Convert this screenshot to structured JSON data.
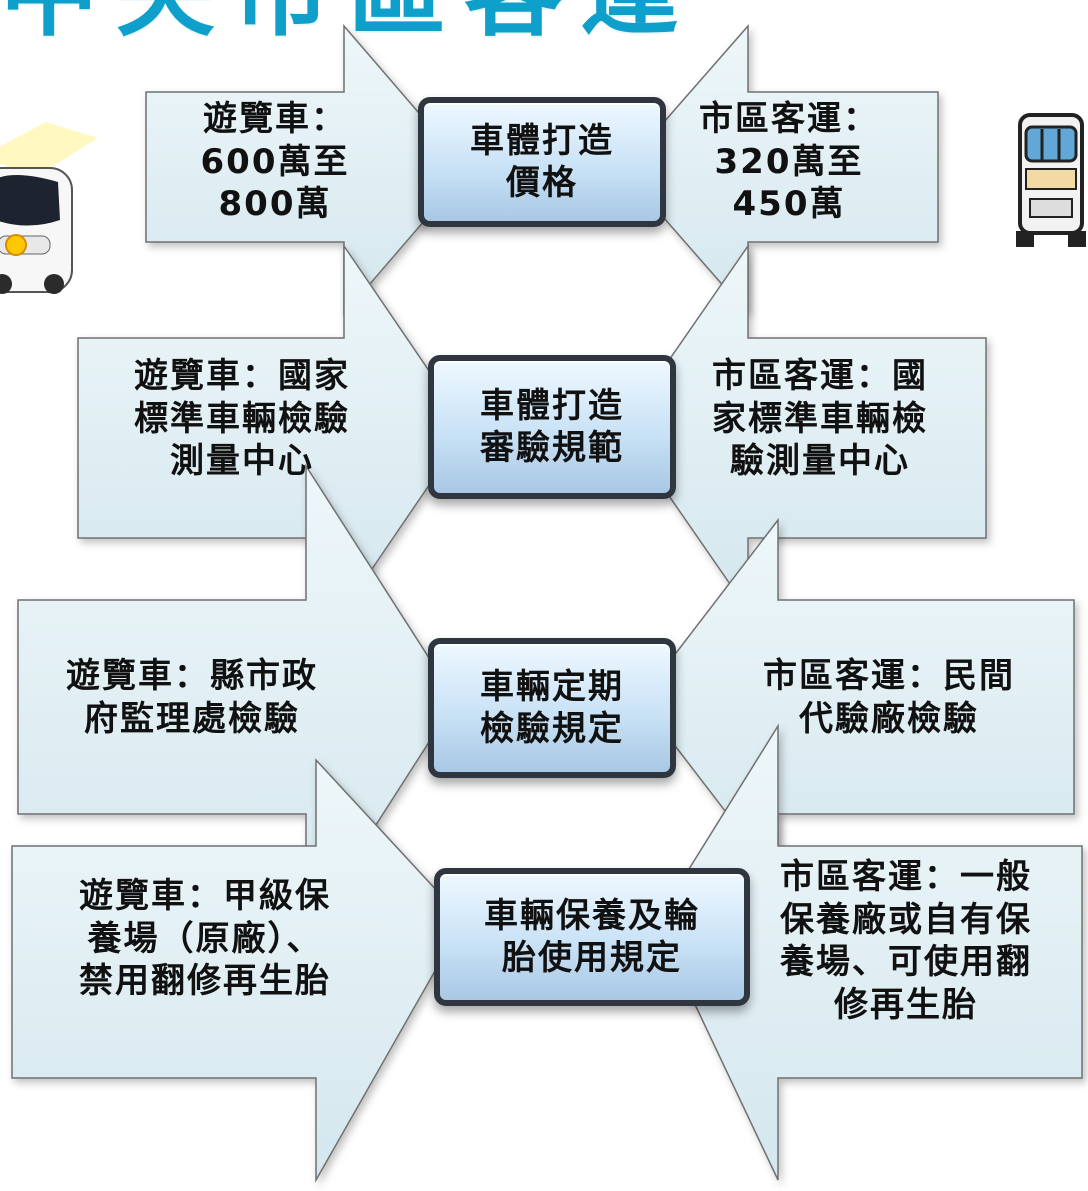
{
  "title": "中央市區客運",
  "rows": [
    {
      "left_text": "遊覽車：\n600萬至\n800萬",
      "center_text": "車體打造\n價格",
      "right_text": "市區客運：\n320萬至\n450萬"
    },
    {
      "left_text": "遊覽車：國家\n標準車輛檢驗\n測量中心",
      "center_text": "車體打造\n審驗規範",
      "right_text": "市區客運：國\n家標準車輛檢\n驗測量中心"
    },
    {
      "left_text": "遊覽車：縣市政\n府監理處檢驗",
      "center_text": "車輛定期\n檢驗規定",
      "right_text": "市區客運：民間\n代驗廠檢驗"
    },
    {
      "left_text": "遊覽車：甲級保\n養場（原廠）、\n禁用翻修再生胎",
      "center_text": "車輛保養及輪\n胎使用規定",
      "right_text": "市區客運：一般\n保養廠或自有保\n養場、可使用翻\n修再生胎"
    }
  ],
  "colors": {
    "arrow_fill": "#dfeef4",
    "arrow_edge": "#6f6f6f",
    "title": "#0f9fcb",
    "box_border": "#2f3640"
  },
  "icons": {
    "left_vehicle": "tour-bus-icon",
    "right_vehicle": "city-bus-icon"
  }
}
